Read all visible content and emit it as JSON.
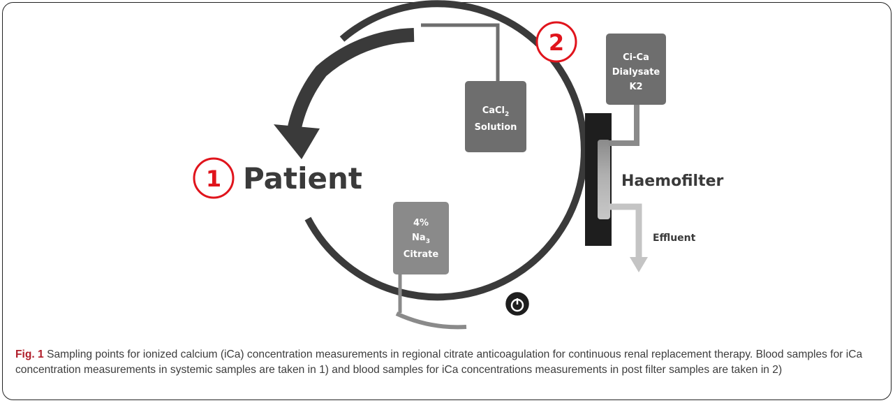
{
  "diagram": {
    "patient_label": "Patient",
    "haemofilter_label": "Haemofilter",
    "effluent_label": "Effluent",
    "point1": "1",
    "point2": "2",
    "cacl2_box": {
      "line1_main": "CaCl",
      "line1_sub": "2",
      "line2": "Solution"
    },
    "citrate_box": {
      "line1": "4%",
      "line2_main": "Na",
      "line2_sub": "3",
      "line3": "Citrate"
    },
    "dialysate_box": {
      "line1": "Ci-Ca",
      "line2": "Dialysate",
      "line3": "K2"
    },
    "colors": {
      "circuit": "#3a3a3a",
      "box_dark": "#6e6e6e",
      "box_mid": "#8a8a8a",
      "effluent": "#c4c4c4",
      "marker_red": "#e0141c",
      "filter": "#1e1e1e"
    }
  },
  "caption": {
    "label": "Fig. 1",
    "text": " Sampling points for ionized calcium (iCa) concentration measurements in regional citrate anticoagulation for continuous renal replacement therapy. Blood samples for iCa concentration measurements in systemic samples are taken in 1) and blood samples for iCa concentrations measurements in post filter samples are taken in 2)"
  }
}
